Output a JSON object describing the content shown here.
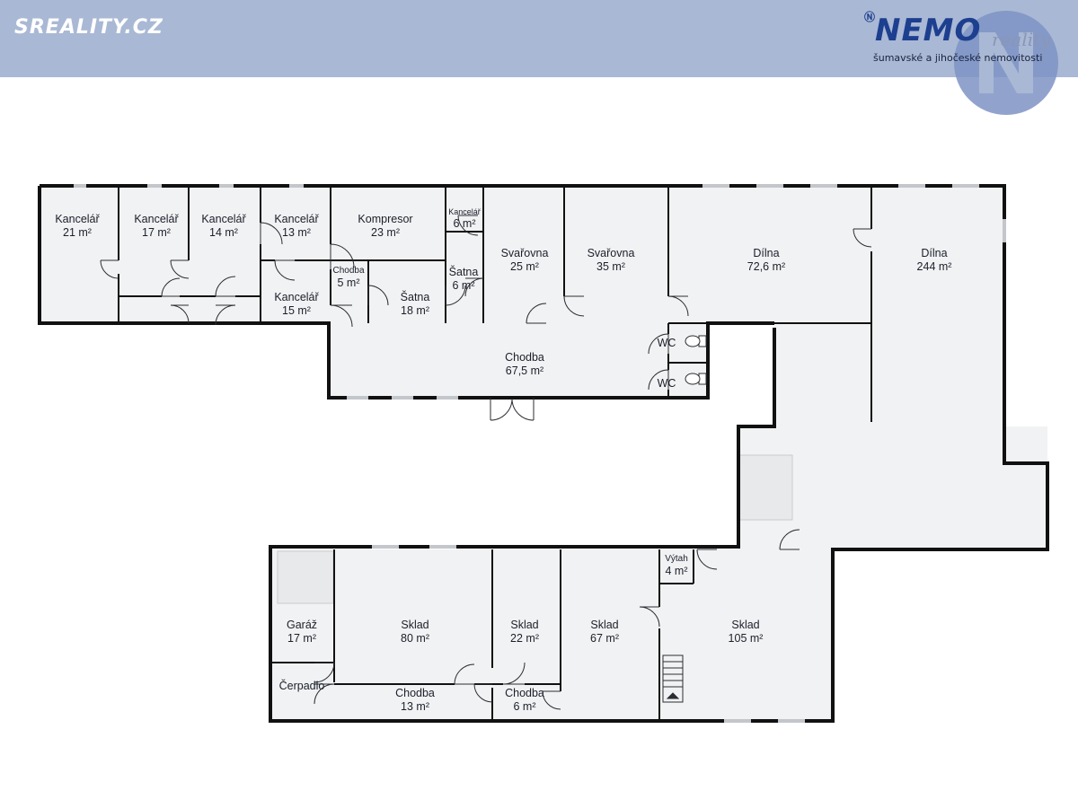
{
  "header": {
    "portal_logo": "SREALITY.CZ",
    "agency_logo": "NEMO",
    "agency_logo_suffix": "reality",
    "agency_tagline": "šumavské a jihočeské nemovitosti"
  },
  "rooms": [
    {
      "name": "Kancelář",
      "area": "21 m²"
    },
    {
      "name": "Kancelář",
      "area": "17 m²"
    },
    {
      "name": "Kancelář",
      "area": "14 m²"
    },
    {
      "name": "Kancelář",
      "area": "13 m²"
    },
    {
      "name": "Kompresor",
      "area": "23 m²"
    },
    {
      "name": "Kancelář",
      "area": "6 m²"
    },
    {
      "name": "Svařovna",
      "area": "25 m²"
    },
    {
      "name": "Svařovna",
      "area": "35 m²"
    },
    {
      "name": "Dílna",
      "area": "72,6 m²"
    },
    {
      "name": "Dílna",
      "area": "244 m²"
    },
    {
      "name": "Chodba",
      "area": "5 m²"
    },
    {
      "name": "Kancelář",
      "area": "15 m²"
    },
    {
      "name": "Šatna",
      "area": "18 m²"
    },
    {
      "name": "Šatna",
      "area": "6 m²"
    },
    {
      "name": "Chodba",
      "area": "67,5 m²"
    },
    {
      "name": "WC",
      "area": ""
    },
    {
      "name": "WC",
      "area": ""
    },
    {
      "name": "Garáž",
      "area": "17 m²"
    },
    {
      "name": "Čerpadlo",
      "area": ""
    },
    {
      "name": "Sklad",
      "area": "80 m²"
    },
    {
      "name": "Chodba",
      "area": "13 m²"
    },
    {
      "name": "Sklad",
      "area": "22 m²"
    },
    {
      "name": "Chodba",
      "area": "6 m²"
    },
    {
      "name": "Sklad",
      "area": "67 m²"
    },
    {
      "name": "Výtah",
      "area": "4 m²"
    },
    {
      "name": "Sklad",
      "area": "105 m²"
    }
  ]
}
